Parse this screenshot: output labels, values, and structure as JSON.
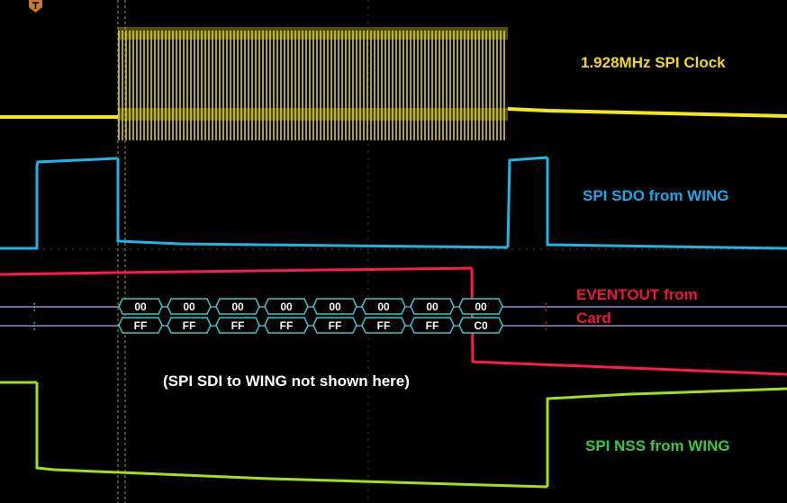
{
  "labels": {
    "clock": "1.928MHz SPI Clock",
    "sdo": "SPI SDO from WING",
    "eventout_line1": "EVENTOUT from",
    "eventout_line2": "Card",
    "note": "(SPI SDI to WING not shown here)",
    "nss": "SPI NSS from WING"
  },
  "bus_decode": {
    "top_row": [
      "00",
      "00",
      "00",
      "00",
      "00",
      "00",
      "00",
      "00"
    ],
    "bottom_row": [
      "FF",
      "FF",
      "FF",
      "FF",
      "FF",
      "FF",
      "FF",
      "C0"
    ]
  },
  "colors": {
    "background": "#000000",
    "clock": "#f5e81a",
    "sdo": "#1fb5e6",
    "eventout": "#ff1a4a",
    "nss": "#a4e01a",
    "bus": "#2fc9c9",
    "bus_line": "#8c8cc8",
    "grid": "#4a4a4a",
    "clock_label": "#f0d81a",
    "sdo_label": "#1aa6ea",
    "eventout_label": "#f0143c",
    "nss_label": "#3cc83c",
    "note_label": "#ffffff"
  },
  "icons": {
    "trigger_marker": "trigger-icon"
  }
}
